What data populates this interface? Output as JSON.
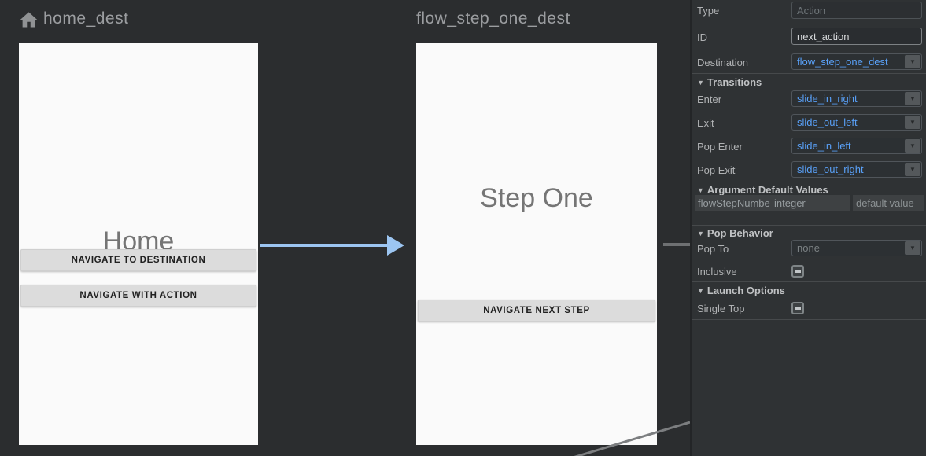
{
  "canvas": {
    "home": {
      "name": "home_dest",
      "screen_title": "Home",
      "button1": "NAVIGATE TO DESTINATION",
      "button2": "NAVIGATE WITH ACTION"
    },
    "step_one": {
      "name": "flow_step_one_dest",
      "screen_title": "Step One",
      "button1": "NAVIGATE NEXT STEP"
    }
  },
  "panel": {
    "type": {
      "label": "Type",
      "placeholder": "Action"
    },
    "id": {
      "label": "ID",
      "value": "next_action"
    },
    "destination": {
      "label": "Destination",
      "value": "flow_step_one_dest"
    },
    "transitions": {
      "title": "Transitions",
      "enter": {
        "label": "Enter",
        "value": "slide_in_right"
      },
      "exit": {
        "label": "Exit",
        "value": "slide_out_left"
      },
      "pop_enter": {
        "label": "Pop Enter",
        "value": "slide_in_left"
      },
      "pop_exit": {
        "label": "Pop Exit",
        "value": "slide_out_right"
      }
    },
    "arguments": {
      "title": "Argument Default Values",
      "arg_name": "flowStepNumbe",
      "arg_type": "integer",
      "default_placeholder": "default value"
    },
    "pop_behavior": {
      "title": "Pop Behavior",
      "pop_to": {
        "label": "Pop To",
        "value": "none"
      },
      "inclusive_label": "Inclusive"
    },
    "launch_options": {
      "title": "Launch Options",
      "single_top_label": "Single Top"
    }
  },
  "colors": {
    "accent_blue": "#59a0f7",
    "arrow_blue": "#9cc5f1",
    "panel_bg": "#2f3234",
    "canvas_bg": "#2b2d2f",
    "screen_bg": "#fafafa"
  }
}
